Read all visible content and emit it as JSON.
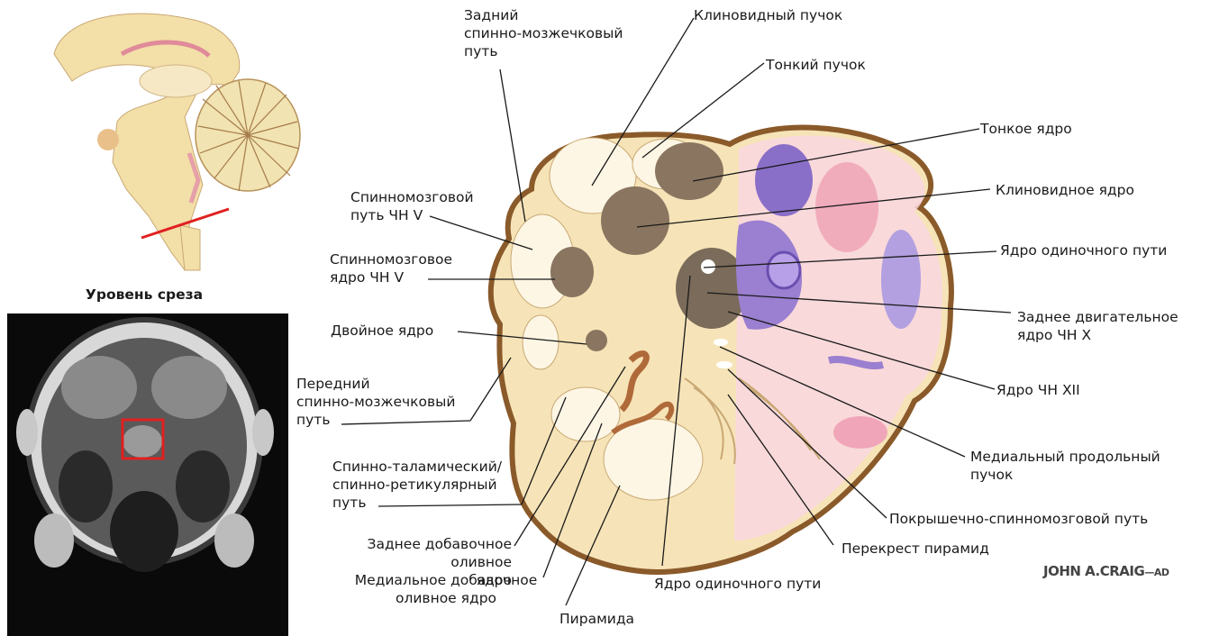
{
  "caption": "Уровень среза",
  "signature": "JOHN A.CRAIG",
  "signature_suffix": "AD",
  "labels": {
    "posterior_spinocerebellar": [
      "Задний",
      "спинно-мозжечковый",
      "путь"
    ],
    "cuneate_fasciculus": "Клиновидный пучок",
    "gracile_fasciculus": "Тонкий пучок",
    "gracile_nucleus": "Тонкое ядро",
    "cuneate_nucleus": "Клиновидное ядро",
    "solitary_nucleus_right": "Ядро одиночного пути",
    "dorsal_motor_x": [
      "Заднее двигательное",
      "ядро ЧН X"
    ],
    "xii_nucleus": "Ядро ЧН XII",
    "mlf": [
      "Медиальный продольный",
      "пучок"
    ],
    "tectospinal": "Покрышечно-спинномозговой путь",
    "decussation": "Перекрест пирамид",
    "solitary_nucleus_bottom": "Ядро одиночного пути",
    "pyramid": "Пирамида",
    "medial_accessory_olive": [
      "Медиальное добавочное",
      "оливное ядро"
    ],
    "dorsal_accessory_olive": [
      "Заднее добавочное",
      "оливное",
      "ядро"
    ],
    "spinothalamic": [
      "Спинно-таламический/",
      "спинно-ретикулярный",
      "путь"
    ],
    "anterior_spinocerebellar": [
      "Передний",
      "спинно-мозжечковый",
      "путь"
    ],
    "nucleus_ambiguus": "Двойное ядро",
    "spinal_nucleus_v": [
      "Спинномозговое",
      "ядро ЧН V"
    ],
    "spinal_tract_v": [
      "Спинномозговой",
      "путь ЧН V"
    ]
  },
  "colors": {
    "tissue": "#f6e4b8",
    "tissue_edge": "#8a5a2a",
    "gray_nucleus": "#8a7560",
    "purple": "#9b7fd0",
    "pink": "#f0a6b8",
    "mri_bg": "#0a0a0a",
    "highlight": "#e02020"
  }
}
